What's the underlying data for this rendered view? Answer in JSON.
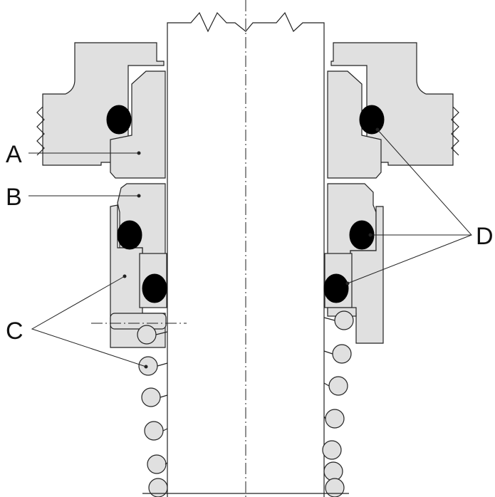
{
  "labels": {
    "a": "A",
    "b": "B",
    "c": "C",
    "d": "D"
  },
  "colors": {
    "part_fill": "#e0e0e0",
    "stroke": "#222222",
    "oring": "#000000"
  }
}
